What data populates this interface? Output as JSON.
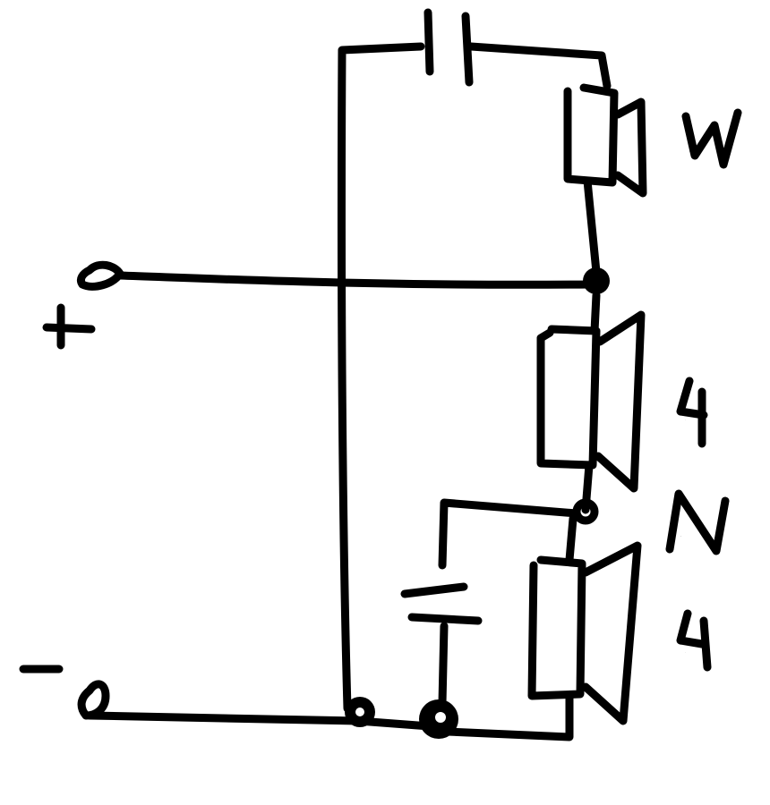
{
  "diagram": {
    "terminals": {
      "positive": "+",
      "negative": "-"
    },
    "speakers": {
      "top": "W",
      "middle": "4",
      "bottom": "4"
    },
    "junction_label": "N"
  }
}
